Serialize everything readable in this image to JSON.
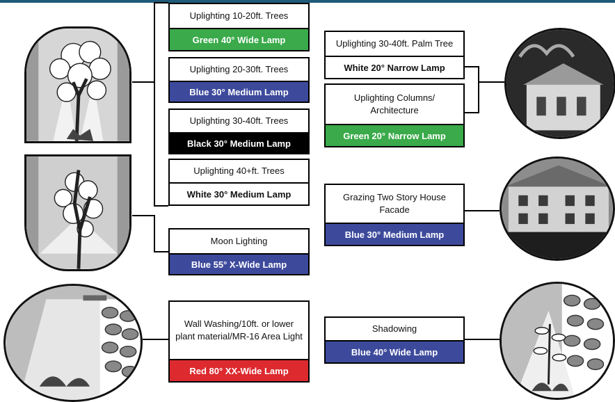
{
  "colors": {
    "green": "#3aaa4a",
    "blue": "#3d4a9c",
    "black": "#000000",
    "white": "#ffffff",
    "red": "#dc2a2f",
    "header": "#1f5a7a"
  },
  "boxes": [
    {
      "id": "uplight-10-20",
      "label": "Uplighting 10-20ft. Trees",
      "lamp": "Green 40° Wide Lamp",
      "lamp_color": "green"
    },
    {
      "id": "uplight-20-30",
      "label": "Uplighting 20-30ft. Trees",
      "lamp": "Blue 30° Medium Lamp",
      "lamp_color": "blue"
    },
    {
      "id": "uplight-30-40",
      "label": "Uplighting 30-40ft. Trees",
      "lamp": "Black 30° Medium Lamp",
      "lamp_color": "black"
    },
    {
      "id": "uplight-40plus",
      "label": "Uplighting 40+ft. Trees",
      "lamp": "White 30° Medium Lamp",
      "lamp_color": "white"
    },
    {
      "id": "moon-lighting",
      "label": "Moon Lighting",
      "lamp": "Blue 55° X-Wide Lamp",
      "lamp_color": "blue"
    },
    {
      "id": "wall-washing",
      "label": "Wall Washing/10ft. or lower plant material/MR-16 Area Light",
      "lamp": "Red 80° XX-Wide Lamp",
      "lamp_color": "red"
    },
    {
      "id": "palm-tree",
      "label": "Uplighting 30-40ft. Palm Tree",
      "lamp": "White 20° Narrow Lamp",
      "lamp_color": "white"
    },
    {
      "id": "columns",
      "label": "Uplighting Columns/ Architecture",
      "lamp": "Green 20° Narrow Lamp",
      "lamp_color": "green"
    },
    {
      "id": "grazing",
      "label": "Grazing Two Story House Facade",
      "lamp": "Blue 30° Medium Lamp",
      "lamp_color": "blue"
    },
    {
      "id": "shadowing",
      "label": "Shadowing",
      "lamp": "Blue 40° Wide Lamp",
      "lamp_color": "blue"
    }
  ],
  "illustrations": [
    {
      "id": "tree-uplight",
      "icon": "tree-uplight-icon"
    },
    {
      "id": "tree-moonlight",
      "icon": "tree-moonlight-icon"
    },
    {
      "id": "wall-wash",
      "icon": "wall-wash-icon"
    },
    {
      "id": "palm-house-photo",
      "icon": "house-photo-icon"
    },
    {
      "id": "two-story-house-photo",
      "icon": "house-photo-icon"
    },
    {
      "id": "shadowing-wall",
      "icon": "shadowing-icon"
    }
  ]
}
